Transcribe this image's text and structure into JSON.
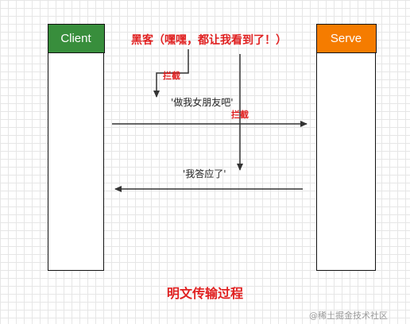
{
  "lanes": {
    "client": "Client",
    "serve": "Serve"
  },
  "hacker": "黑客（嘿嘿，都让我看到了！）",
  "intercept_labels": [
    "拦截",
    "拦截"
  ],
  "messages": {
    "request": "'做我女朋友吧'",
    "response": "'我答应了'"
  },
  "caption": "明文传输过程",
  "watermark": "@稀土掘金技术社区",
  "colors": {
    "client_header": "#388e3c",
    "serve_header": "#f57c00",
    "accent": "#e02020"
  }
}
